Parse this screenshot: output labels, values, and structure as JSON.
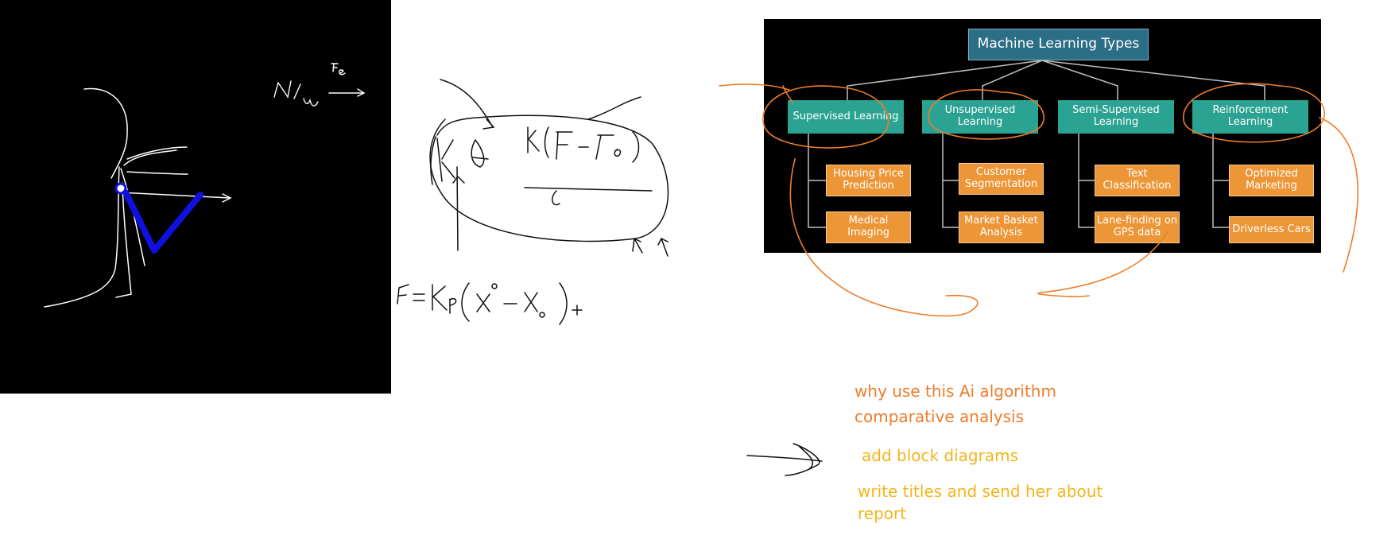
{
  "diagram": {
    "title": "Machine Learning Types",
    "categories": [
      {
        "label": "Supervised Learning",
        "examples": [
          "Housing Price Prediction",
          "Medical Imaging"
        ]
      },
      {
        "label": "Unsupervised Learning",
        "examples": [
          "Customer Segmentation",
          "Market Basket Analysis"
        ]
      },
      {
        "label": "Semi-Supervised Learning",
        "examples": [
          "Text Classification",
          "Lane-finding on GPS data"
        ]
      },
      {
        "label": "Reinforcement Learning",
        "examples": [
          "Optimized Marketing",
          "Driverless Cars"
        ]
      }
    ]
  },
  "notes": {
    "line1": "why use this Ai algorithm",
    "line2": "comparative analysis",
    "line3": "add block diagrams",
    "line4a": "write titles and send her about",
    "line4b": "report"
  },
  "colors": {
    "title_box": "#2c6e86",
    "category_box": "#2ba392",
    "example_box": "#ed9637",
    "ink_orange": "#ee7d2b",
    "ink_yellow": "#f2b51c",
    "ink_blue": "#1010e0"
  }
}
